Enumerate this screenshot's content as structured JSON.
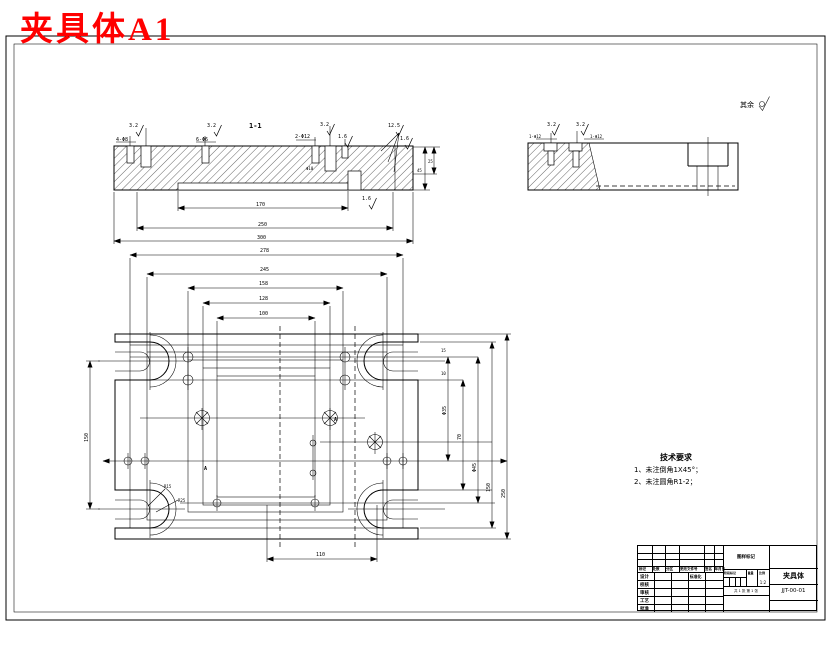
{
  "window": {
    "bg": "#ffffff"
  },
  "drawing_title": {
    "text": "夹具体A1",
    "color": "#ff0000"
  },
  "surface_note": {
    "prefix": "其余"
  },
  "section_view": {
    "view_label": "1-1",
    "hole_label_1": "4-Φ8",
    "hole_label_2": "6-Φ6",
    "hole_label_3": "2-Φ12",
    "hole_label_4": "Φ10",
    "rough_1": "3.2",
    "rough_2": "3.2",
    "rough_3": "3.2",
    "rough_4": "1.6",
    "rough_5": "12.5",
    "rough_6": "1.6",
    "rough_7": "1.6",
    "dim_recess": "170",
    "dim_mid": "250",
    "dim_overall": "300",
    "dim_side_a": "25",
    "dim_side_b": "45"
  },
  "side_view": {
    "hole_label_1": "1-Φ12",
    "hole_label_2": "1-Φ12",
    "rough_1": "3.2",
    "rough_2": "3.2"
  },
  "plan_view": {
    "dims_top": [
      "278",
      "245",
      "158",
      "128",
      "100"
    ],
    "dims_right": [
      "Φ35",
      "70",
      "Φ45",
      "150",
      "250"
    ],
    "dim_left": "150",
    "dim_bottom": "110",
    "small_dim_a": "15",
    "small_dim_b": "10",
    "leader_a": "R15",
    "leader_b": "R25",
    "marker_a": "A",
    "marker_b": "A"
  },
  "tech_req": {
    "title": "技术要求",
    "item_1": "1、未注倒角1X45°；",
    "item_2": "2、未注圆角R1-2；"
  },
  "title_block": {
    "part_name": "夹具体",
    "drawing_no": "JJT-00-01",
    "doc_mark": "图样标记",
    "rev_h1": "标记",
    "rev_h2": "处数",
    "rev_h3": "分区",
    "rev_h4": "更改文件号",
    "rev_h5": "签名",
    "rev_h6": "年月日",
    "role_1": "设计",
    "role_2": "校核",
    "role_3": "审核",
    "role_4": "工艺",
    "role_5": "批准",
    "std_label": "标准化",
    "stage_label": "阶段标记",
    "weight_label": "重量",
    "scale_label": "比例",
    "scale_value": "1:2",
    "sheet_note": "共 1 张 第 1 张"
  }
}
